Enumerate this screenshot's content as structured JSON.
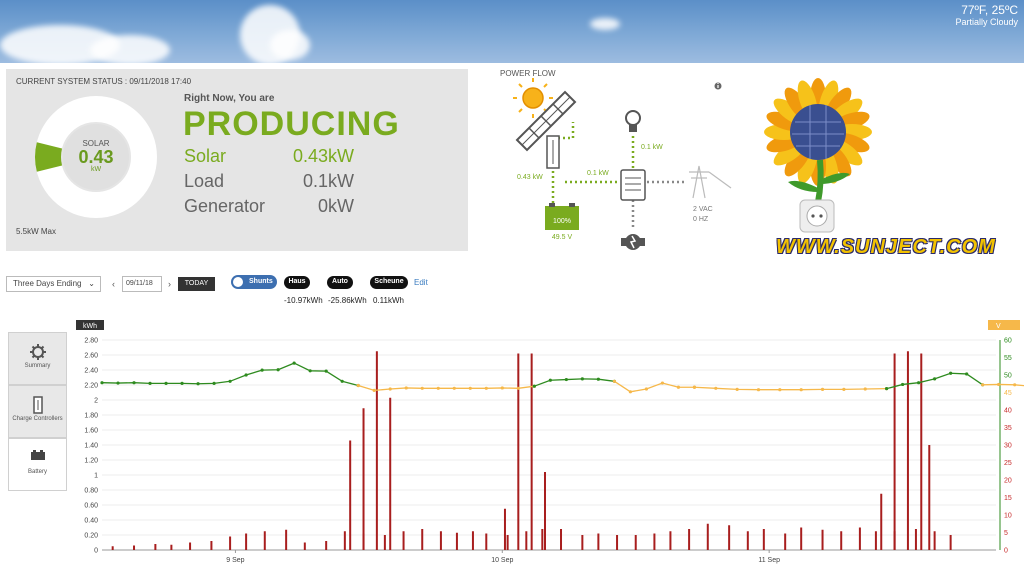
{
  "weather": {
    "temperature": "77ºF, 25ºC",
    "condition": "Partially Cloudy"
  },
  "status": {
    "title": "CURRENT SYSTEM STATUS : 09/11/2018 17:40",
    "max_label": "5.5kW Max",
    "donut_fraction": 0.078,
    "donut_center": {
      "label": "SOLAR",
      "value": "0.43",
      "unit": "kW"
    },
    "right_now": "Right Now, You are",
    "state": "PRODUCING",
    "rows": [
      {
        "label": "Solar",
        "value": "0.43kW"
      },
      {
        "label": "Load",
        "value": "0.1kW"
      },
      {
        "label": "Generator",
        "value": "0kW"
      }
    ]
  },
  "power_flow": {
    "title": "POWER FLOW",
    "solar_value": "0.43 kW",
    "battery_to_inverter": "0.1 kW",
    "load_value": "0.1 kW",
    "battery_percent": "100%",
    "battery_voltage": "49.5 V",
    "grid_vac": "2 VAC",
    "grid_hz": "0 HZ",
    "info_icon": "info-icon"
  },
  "brand": {
    "logo_text": "WWW.SUNJECT.COM"
  },
  "controls": {
    "range_select": "Three Days Ending",
    "date_value": "09/11/18",
    "today_label": "TODAY",
    "shunts_label": "Shunts",
    "shunts_on": true,
    "pills": [
      {
        "label": "Haus",
        "value": "-10.97kWh"
      },
      {
        "label": "Auto",
        "value": "-25.86kWh"
      },
      {
        "label": "Scheune",
        "value": "0.11kWh"
      }
    ],
    "edit_label": "Edit"
  },
  "tabs": [
    {
      "label": "Summary",
      "icon": "gear-icon"
    },
    {
      "label": "Charge Controllers",
      "icon": "charge-controller-icon"
    },
    {
      "label": "Battery",
      "icon": "battery-icon"
    }
  ],
  "chart_data": {
    "type": "bar",
    "left_axis": {
      "unit": "kWh",
      "ylim": [
        0,
        2.8
      ],
      "ticks": [
        "0",
        "0.20",
        "0.40",
        "0.60",
        "0.80",
        "1",
        "1.20",
        "1.40",
        "1.60",
        "1.80",
        "2",
        "2.20",
        "2.40",
        "2.60",
        "2.80"
      ]
    },
    "right_axis": {
      "unit": "V",
      "ylim": [
        0,
        60
      ],
      "ticks": [
        "0",
        "5",
        "10",
        "15",
        "20",
        "25",
        "30",
        "35",
        "40",
        "45",
        "50",
        "55",
        "60"
      ]
    },
    "x_range": [
      0,
      3.35
    ],
    "x_ticks": [
      {
        "label": "9 Sep",
        "x": 0.5
      },
      {
        "label": "10 Sep",
        "x": 1.5
      },
      {
        "label": "11 Sep",
        "x": 2.5
      }
    ],
    "bars": {
      "x": [
        0.04,
        0.12,
        0.2,
        0.26,
        0.33,
        0.41,
        0.48,
        0.54,
        0.61,
        0.69,
        0.76,
        0.84,
        0.91,
        0.98,
        1.06,
        1.13,
        1.2,
        1.27,
        1.33,
        1.39,
        1.44,
        1.52,
        1.59,
        1.65,
        1.72,
        1.8,
        1.86,
        1.93,
        2.0,
        2.07,
        2.13,
        2.2,
        2.27,
        2.35,
        2.42,
        2.48,
        2.56,
        2.62,
        2.7,
        2.77,
        2.84,
        2.9,
        2.97,
        3.05,
        3.12,
        3.18
      ],
      "values": [
        0.05,
        0.06,
        0.08,
        0.07,
        0.1,
        0.12,
        0.18,
        0.22,
        0.25,
        0.27,
        0.1,
        0.12,
        0.25,
        0.22,
        0.2,
        0.25,
        0.28,
        0.25,
        0.23,
        0.25,
        0.22,
        0.2,
        0.25,
        0.28,
        0.28,
        0.2,
        0.22,
        0.2,
        0.2,
        0.22,
        0.25,
        0.28,
        0.35,
        0.33,
        0.25,
        0.28,
        0.22,
        0.3,
        0.27,
        0.25,
        0.3,
        0.25,
        0.25,
        0.28,
        0.25,
        0.2
      ],
      "peaks_x": [
        0.93,
        0.98,
        1.03,
        1.08,
        1.51,
        1.56,
        1.61,
        1.66,
        2.92,
        2.97,
        3.02,
        3.07,
        3.1
      ],
      "peaks_values": [
        1.46,
        1.89,
        2.65,
        2.03,
        0.55,
        2.62,
        2.62,
        1.04,
        0.75,
        2.62,
        2.65,
        2.62,
        1.4
      ]
    },
    "series": [
      {
        "axis": "right",
        "color": "#2e8b1f",
        "x": [
          0,
          0.06,
          0.12,
          0.18,
          0.24,
          0.3,
          0.36,
          0.42,
          0.48,
          0.54,
          0.6,
          0.66,
          0.72,
          0.78,
          0.84,
          0.9,
          0.96
        ],
        "values": [
          47.8,
          47.7,
          47.8,
          47.6,
          47.6,
          47.6,
          47.5,
          47.6,
          48.2,
          50.0,
          51.4,
          51.5,
          53.4,
          51.2,
          51.1,
          48.2,
          47.0
        ]
      },
      {
        "axis": "right",
        "color": "#f6b84a",
        "x": [
          0.96,
          1.02,
          1.08,
          1.14,
          1.2,
          1.26,
          1.32,
          1.38,
          1.44,
          1.5,
          1.56,
          1.62
        ],
        "values": [
          47.0,
          45.6,
          46.0,
          46.3,
          46.2,
          46.2,
          46.2,
          46.2,
          46.2,
          46.3,
          46.2,
          46.8
        ]
      },
      {
        "axis": "right",
        "color": "#2e8b1f",
        "x": [
          1.62,
          1.68,
          1.74,
          1.8,
          1.86,
          1.92
        ],
        "values": [
          46.8,
          48.5,
          48.7,
          48.9,
          48.8,
          48.2
        ]
      },
      {
        "axis": "right",
        "color": "#f6b84a",
        "x": [
          1.92,
          1.98,
          2.04,
          2.1,
          2.16,
          2.22
        ],
        "values": [
          48.2,
          45.2,
          46.0,
          47.7,
          46.5,
          46.5
        ]
      },
      {
        "axis": "right",
        "color": "#f6b84a",
        "x": [
          2.22,
          2.3,
          2.38,
          2.46,
          2.54,
          2.62,
          2.7,
          2.78,
          2.86,
          2.94
        ],
        "values": [
          46.5,
          46.2,
          45.9,
          45.8,
          45.8,
          45.8,
          45.9,
          45.9,
          46.0,
          46.1
        ]
      },
      {
        "axis": "right",
        "color": "#2e8b1f",
        "x": [
          2.94,
          3.0,
          3.06,
          3.12,
          3.18,
          3.24,
          3.3
        ],
        "values": [
          46.1,
          47.3,
          47.8,
          48.9,
          50.5,
          50.3,
          47.2
        ]
      },
      {
        "axis": "right",
        "color": "#f6b84a",
        "x": [
          3.3,
          3.36,
          3.42,
          3.48
        ],
        "values": [
          47.2,
          47.3,
          47.2,
          46.8
        ]
      }
    ]
  }
}
